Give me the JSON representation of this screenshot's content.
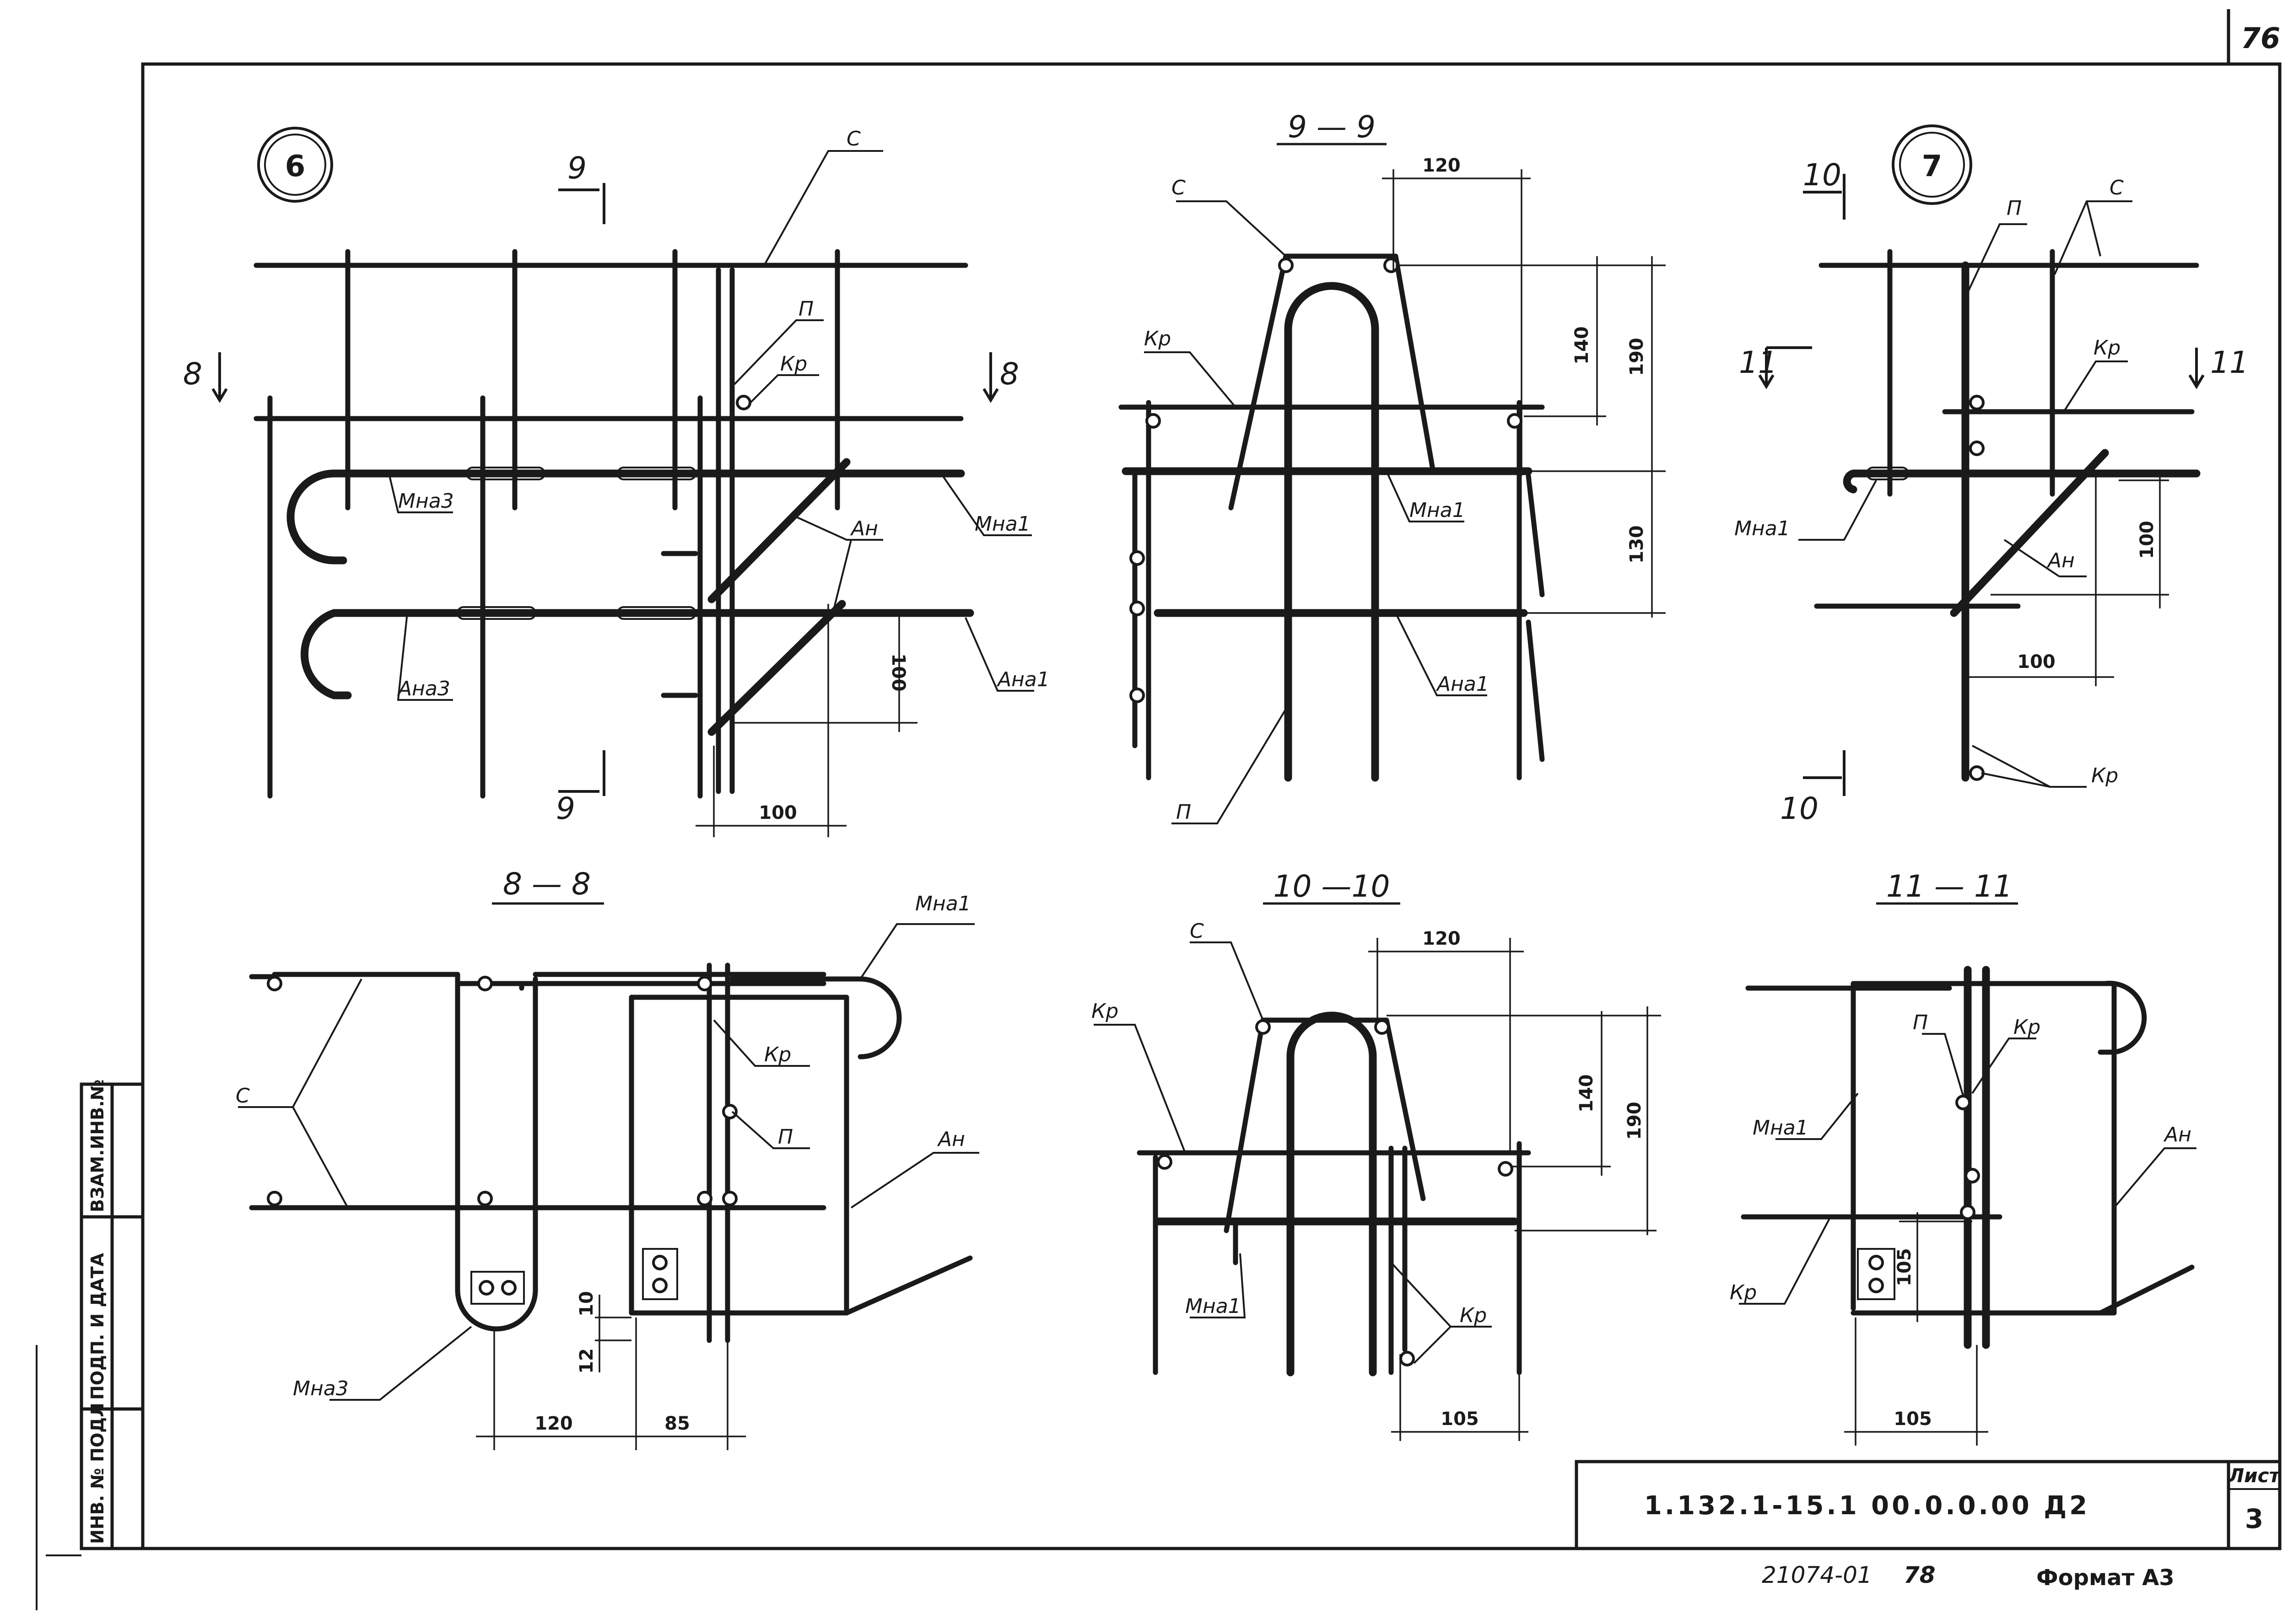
{
  "sheet_corner_number": "76",
  "details": [
    {
      "id": "detail-6",
      "number": "6"
    },
    {
      "id": "detail-7",
      "number": "7"
    }
  ],
  "section_titles": {
    "s9": "9 — 9",
    "s8": "8 — 8",
    "s10": "10 —10",
    "s11": "11 — 11"
  },
  "section_marks": {
    "m9": "9",
    "m8": "8",
    "m10": "10",
    "m11": "11"
  },
  "labels": {
    "c": "С",
    "p": "П",
    "kr": "Кр",
    "an": "Ан",
    "mna1": "Мна1",
    "mna3": "Мна3",
    "ana1": "Ана1",
    "ana3": "Ана3"
  },
  "dimensions": {
    "d100": "100",
    "d120": "120",
    "d140": "140",
    "d190": "190",
    "d130": "130",
    "d85": "85",
    "d10": "10",
    "d12": "12",
    "d105": "105"
  },
  "side_stamp": {
    "inv_podl": "ИНВ. № ПОДЛ",
    "podp_data": "ПОДП. И ДАТА",
    "vzam_inv": "ВЗАМ.ИНВ.№"
  },
  "title_block": {
    "designation": "1.132.1-15.1  00.0.0.00 Д2",
    "sheet_label": "Лист",
    "sheet_number": "3"
  },
  "footer": {
    "order_number": "21074-01",
    "page": "78",
    "format": "Формат А3"
  }
}
